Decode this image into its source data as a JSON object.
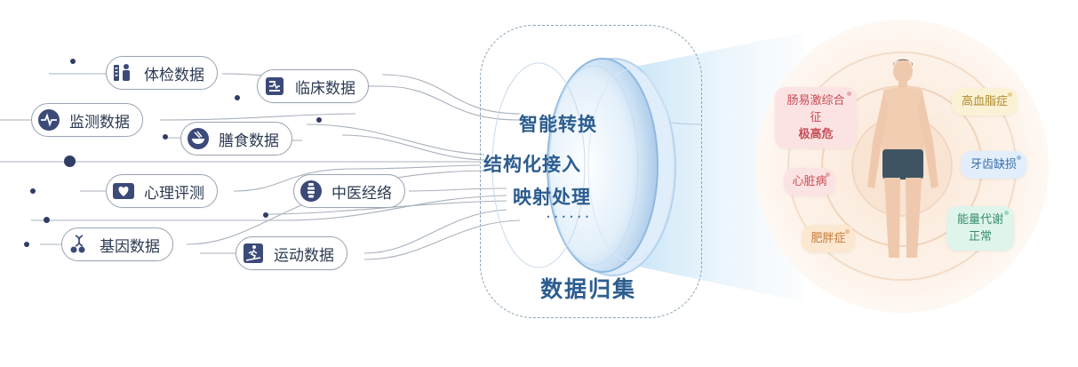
{
  "sources": [
    {
      "label": "体检数据",
      "icon": "body-check-icon"
    },
    {
      "label": "临床数据",
      "icon": "clinical-report-icon"
    },
    {
      "label": "监测数据",
      "icon": "heartbeat-monitor-icon"
    },
    {
      "label": "膳食数据",
      "icon": "food-bowl-icon"
    },
    {
      "label": "心理评测",
      "icon": "psychology-heart-icon"
    },
    {
      "label": "中医经络",
      "icon": "meridian-spine-icon"
    },
    {
      "label": "基因数据",
      "icon": "dna-icon"
    },
    {
      "label": "运动数据",
      "icon": "treadmill-icon"
    }
  ],
  "processing": {
    "steps": [
      "智能转换",
      "结构化接入",
      "映射处理"
    ],
    "ellipsis": "······",
    "title": "数据归集"
  },
  "conditions": [
    {
      "text": "肠易激综合征\n极高危",
      "color": "#c64d55",
      "bg": "#fbe3e3",
      "mark": "#e8a9ab"
    },
    {
      "text": "高血脂症",
      "color": "#b08a2b",
      "bg": "#fbf2d6",
      "mark": "#e4cf8c"
    },
    {
      "text": "心脏病",
      "color": "#c64d55",
      "bg": "#fbe3e3",
      "mark": "#e8a9ab"
    },
    {
      "text": "牙齿缺损",
      "color": "#3a6ea8",
      "bg": "#e2eefb",
      "mark": "#9dbde0"
    },
    {
      "text": "肥胖症",
      "color": "#c57a34",
      "bg": "#fce7d1",
      "mark": "#ebbd8f"
    },
    {
      "text": "能量代谢\n正常",
      "color": "#3b8d6c",
      "bg": "#dff4ea",
      "mark": "#9fd4bd"
    }
  ],
  "colors": {
    "accent": "#2c5d8f",
    "pill_border": "#9aa4b3",
    "icon": "#3b4a78",
    "lines": "#a8b0bc"
  }
}
